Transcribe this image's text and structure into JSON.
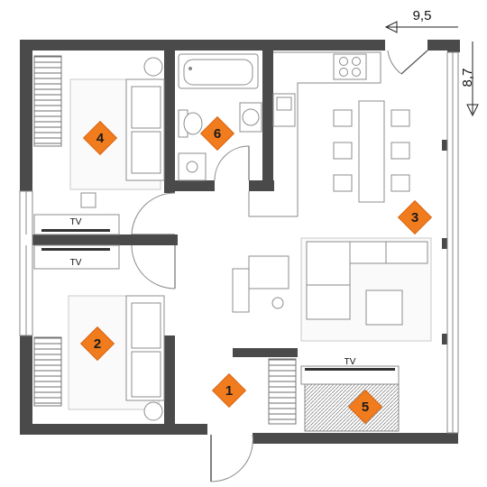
{
  "dimensions": {
    "width_label": "9,5",
    "height_label": "8,7"
  },
  "tv_labels": [
    "TV",
    "TV",
    "TV"
  ],
  "rooms": [
    {
      "number": "1",
      "color": "#f07c1e"
    },
    {
      "number": "2",
      "color": "#f07c1e"
    },
    {
      "number": "3",
      "color": "#f07c1e"
    },
    {
      "number": "4",
      "color": "#f07c1e"
    },
    {
      "number": "5",
      "color": "#f07c1e"
    },
    {
      "number": "6",
      "color": "#f07c1e"
    }
  ],
  "colors": {
    "walls": "#4a4a4a",
    "markers": "#f07c1e",
    "lines": "#8c8c8c"
  }
}
